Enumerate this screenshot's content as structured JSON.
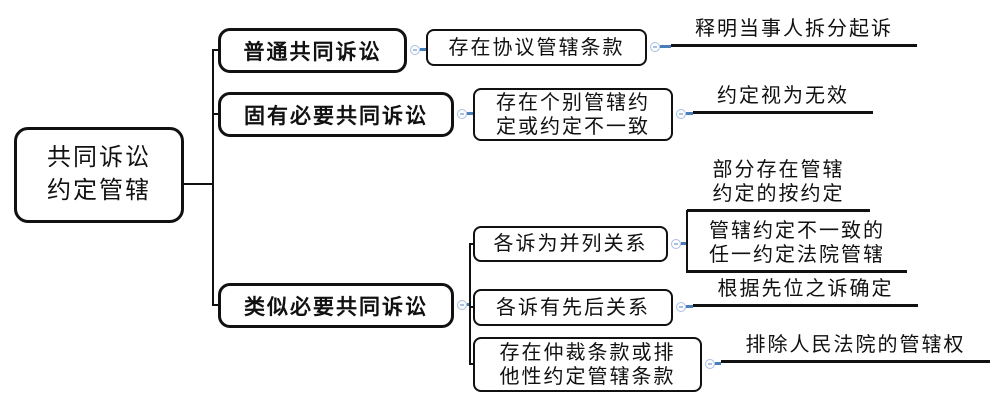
{
  "map": {
    "root": {
      "lines": [
        "共同诉讼",
        "约定管辖"
      ]
    },
    "branches": [
      {
        "label": "普通共同诉讼",
        "children": [
          {
            "label": "存在协议管辖条款",
            "children": [
              {
                "label": "释明当事人拆分起诉"
              }
            ]
          }
        ]
      },
      {
        "label": "固有必要共同诉讼",
        "children": [
          {
            "lines": [
              "存在个别管辖约",
              "定或约定不一致"
            ],
            "children": [
              {
                "label": "约定视为无效"
              }
            ]
          }
        ]
      },
      {
        "label": "类似必要共同诉讼",
        "children": [
          {
            "label": "各诉为并列关系",
            "children": [
              {
                "lines": [
                  "部分存在管辖",
                  "约定的按约定"
                ]
              },
              {
                "lines": [
                  "管辖约定不一致的",
                  "任一约定法院管辖"
                ]
              }
            ]
          },
          {
            "label": "各诉有先后关系",
            "children": [
              {
                "label": "根据先位之诉确定"
              }
            ]
          },
          {
            "lines": [
              "存在仲裁条款或排",
              "他性约定管辖条款"
            ],
            "children": [
              {
                "label": "排除人民法院的管辖权"
              }
            ]
          }
        ]
      }
    ]
  },
  "colors": {
    "line": "#111111",
    "connector_blue": "#4a7ebb",
    "collapse_button": "#a9c0e2",
    "background": "#ffffff"
  }
}
